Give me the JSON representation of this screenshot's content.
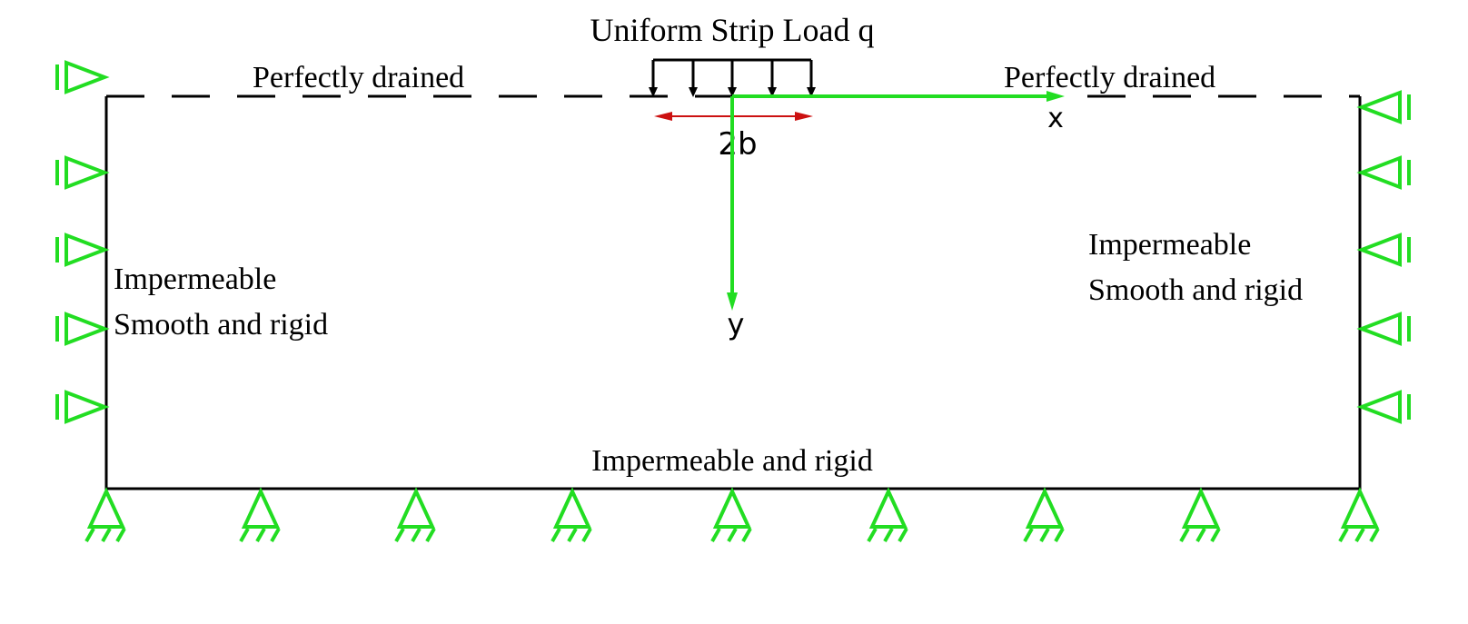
{
  "title": "Uniform Strip Load q",
  "top_left_label": "Perfectly drained",
  "top_right_label": "Perfectly drained",
  "left_boundary": {
    "line1": "Impermeable",
    "line2": "Smooth and rigid"
  },
  "right_boundary": {
    "line1": "Impermeable",
    "line2": "Smooth and rigid"
  },
  "bottom_label": "Impermeable and rigid",
  "dimension_label": "2b",
  "x_axis_label": "x",
  "y_axis_label": "y",
  "colors": {
    "support": "#22dd22",
    "axis": "#22dd22",
    "dimension": "#cc1111",
    "boundary": "#000000"
  }
}
